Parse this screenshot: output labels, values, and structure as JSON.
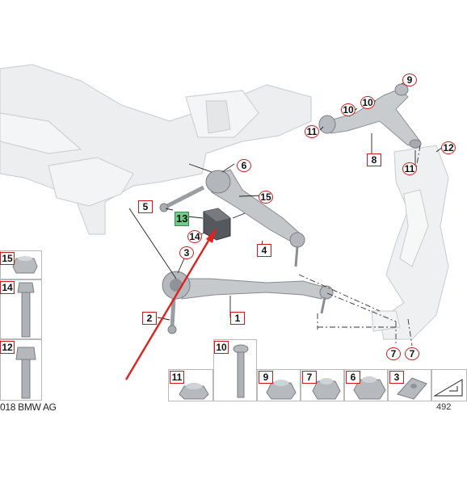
{
  "diagram": {
    "copyright": "018 BMW AG",
    "reference_number": "492",
    "callouts": {
      "c1": "1",
      "c2": "2",
      "c3": "3",
      "c4": "4",
      "c5": "5",
      "c6": "6",
      "c7a": "7",
      "c7b": "7",
      "c8": "8",
      "c9": "9",
      "c10": "10",
      "c11a": "11",
      "c11b": "11",
      "c12": "12",
      "c13": "13",
      "c14": "14",
      "c15": "15"
    },
    "parts_left": {
      "p15": "15",
      "p14": "14",
      "p12": "12"
    },
    "parts_bottom": {
      "b11": "11",
      "b10": "10",
      "b9": "9",
      "b7": "7",
      "b6": "6",
      "b3": "3"
    },
    "highlighted_part": "13",
    "colors": {
      "callout_border": "#d01818",
      "highlight_fill": "#74c98a",
      "arrow": "#e0211e",
      "part_gray": "#c9cccf"
    }
  }
}
